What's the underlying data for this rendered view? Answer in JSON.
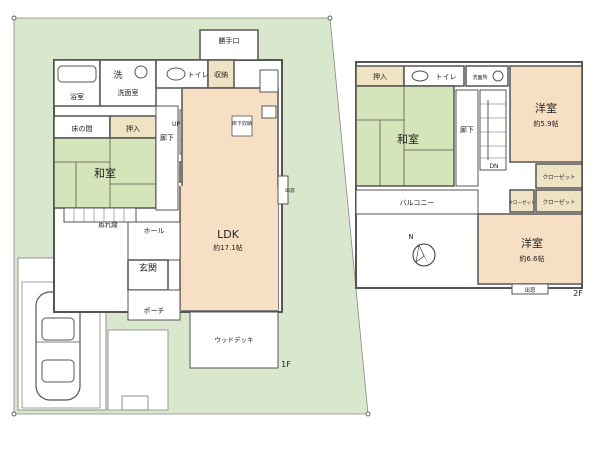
{
  "colors": {
    "lot": "#d9e8cc",
    "wall": "#555555",
    "ldk": "#f7dfc4",
    "tatami": "#d6e5b9",
    "storage": "#efe3c3",
    "floor": "#ffffff"
  },
  "floor1": {
    "label": "1F",
    "rooms": {
      "entrance_back": "勝手口",
      "sink": "洗",
      "washroom": "洗面室",
      "bath": "浴室",
      "toilet": "トイレ",
      "storage": "収納",
      "tokonoma": "床の間",
      "oshiire": "押入",
      "washitsu": "和室",
      "hall_corridor": "廊下",
      "underfloor_storage": "床下収納",
      "storage2": "収納",
      "up_mark": "UP",
      "bay_window": "出窓",
      "veranda": "ぬれ縁",
      "hall": "ホール",
      "genkan": "玄関",
      "ldk": "LDK",
      "ldk_size": "約17.1帖",
      "porch": "ポーチ",
      "deck": "ウッドデッキ"
    }
  },
  "floor2": {
    "label": "2F",
    "rooms": {
      "oshiire": "押入",
      "toilet": "トイレ",
      "sink": "洗面所",
      "washitsu": "和室",
      "corridor": "廊下",
      "dn_mark": "DN",
      "youshitsu1": "洋室",
      "youshitsu1_size": "約5.9帖",
      "closet1": "クローゼット",
      "closet2": "クローゼット",
      "closet3": "クローゼット",
      "balcony": "バルコニー",
      "youshitsu2": "洋室",
      "youshitsu2_size": "約6.6帖",
      "bay_window": "出窓"
    }
  },
  "compass": {
    "label": "N"
  }
}
